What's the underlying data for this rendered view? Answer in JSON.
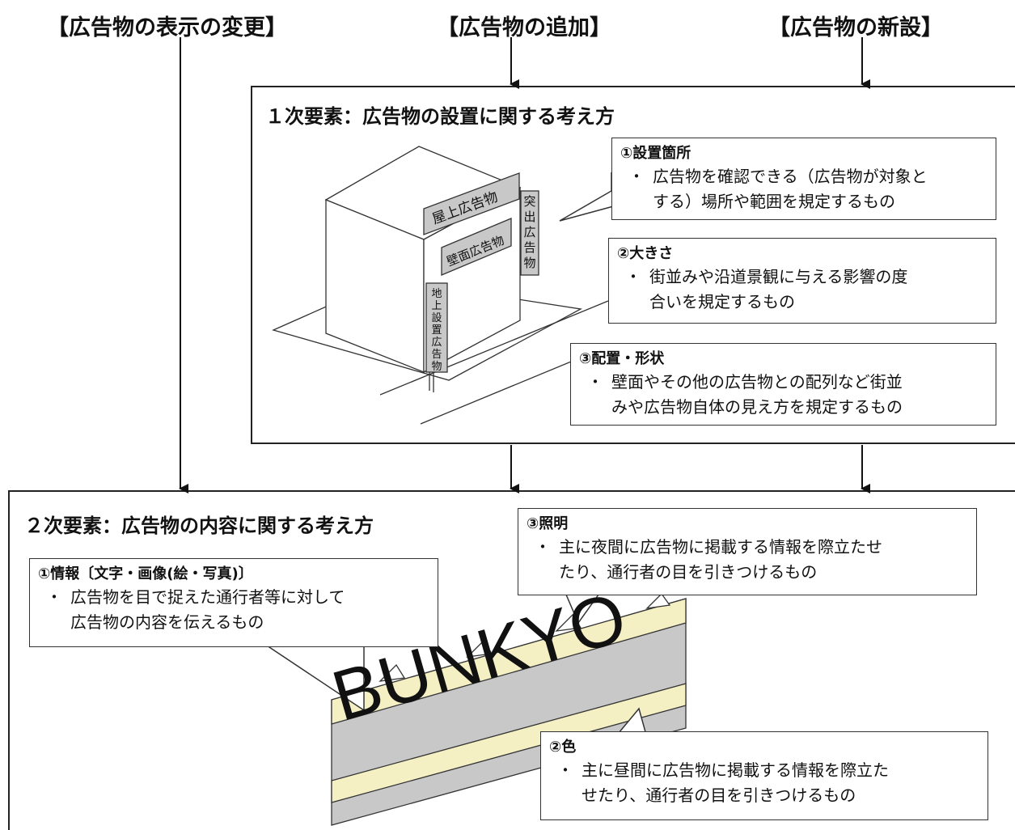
{
  "headers": {
    "display_change": "【広告物の表示の変更】",
    "addition": "【広告物の追加】",
    "new_installation": "【広告物の新設】"
  },
  "primary": {
    "title": "１次要素：広告物の設置に関する考え方",
    "illustration": {
      "rooftop_sign": "屋上広告物",
      "wall_sign": "壁面広告物",
      "projecting_sign": "突出広告物",
      "ground_sign": "地上設置広告物"
    },
    "callouts": [
      {
        "title": "①設置箇所",
        "bullet": "・",
        "text": [
          "広告物を確認できる（広告物が対象と",
          "する）場所や範囲を規定するもの"
        ]
      },
      {
        "title": "②大きさ",
        "bullet": "・",
        "text": [
          "街並みや沿道景観に与える影響の度",
          "合いを規定するもの"
        ]
      },
      {
        "title": "③配置・形状",
        "bullet": "・",
        "text": [
          "壁面やその他の広告物との配列など街並",
          "みや広告物自体の見え方を規定するもの"
        ]
      }
    ]
  },
  "secondary": {
    "title": "２次要素：広告物の内容に関する考え方",
    "sign_text": "BUNKYO",
    "callouts": [
      {
        "title": "①情報〔文字・画像(絵・写真)〕",
        "bullet": "・",
        "text": [
          "広告物を目で捉えた通行者等に対して",
          "広告物の内容を伝えるもの"
        ]
      },
      {
        "title": "②色",
        "bullet": "・",
        "text": [
          "主に昼間に広告物に掲載する情報を際立た",
          "せたり、通行者の目を引きつけるもの"
        ]
      },
      {
        "title": "③照明",
        "bullet": "・",
        "text": [
          "主に夜間に広告物に掲載する情報を際立たせ",
          "たり、通行者の目を引きつけるもの"
        ]
      }
    ]
  }
}
